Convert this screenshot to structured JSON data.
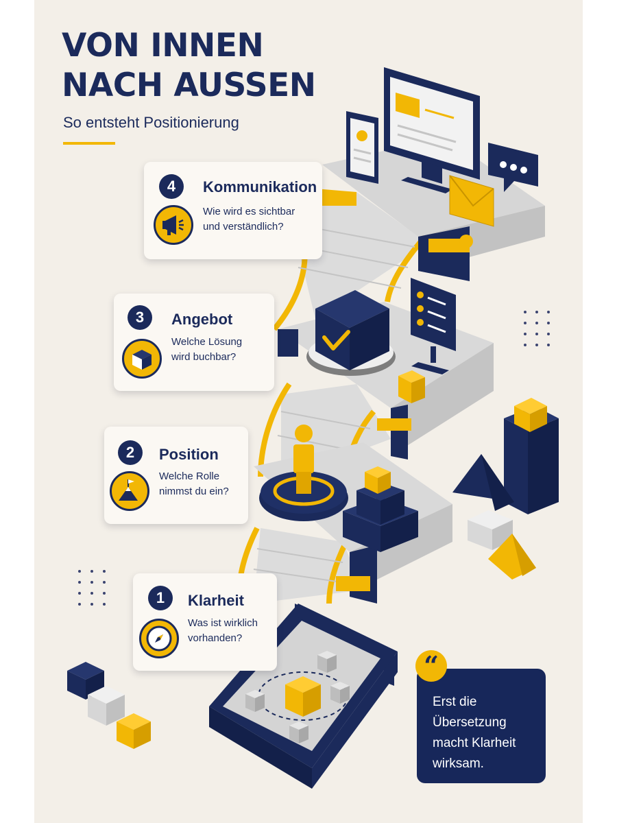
{
  "header": {
    "title_lines": [
      "VON INNEN",
      "NACH AUSSEN"
    ],
    "subtitle": "So entsteht Positionierung"
  },
  "steps": [
    {
      "number": "4",
      "title": "Kommunikation",
      "lines": [
        "Wie wird es sichtbar",
        "und verständlich?"
      ],
      "icon": "megaphone-icon"
    },
    {
      "number": "3",
      "title": "Angebot",
      "lines": [
        "Welche Lösung",
        "wird buchbar?"
      ],
      "icon": "cube-icon"
    },
    {
      "number": "2",
      "title": "Position",
      "lines": [
        "Welche Rolle",
        "nimmst du ein?"
      ],
      "icon": "mountain-flag-icon"
    },
    {
      "number": "1",
      "title": "Klarheit",
      "lines": [
        "Was ist wirklich",
        "vorhanden?"
      ],
      "icon": "compass-icon"
    }
  ],
  "quote": {
    "lines": [
      "Erst die",
      "Übersetzung",
      "macht Klarheit",
      "wirksam."
    ],
    "icon": "quote-icon"
  },
  "colors": {
    "navy": "#1b2a5b",
    "yellow": "#f2b705",
    "background": "#f3efe8",
    "platform_gray": "#d9d9d9"
  }
}
